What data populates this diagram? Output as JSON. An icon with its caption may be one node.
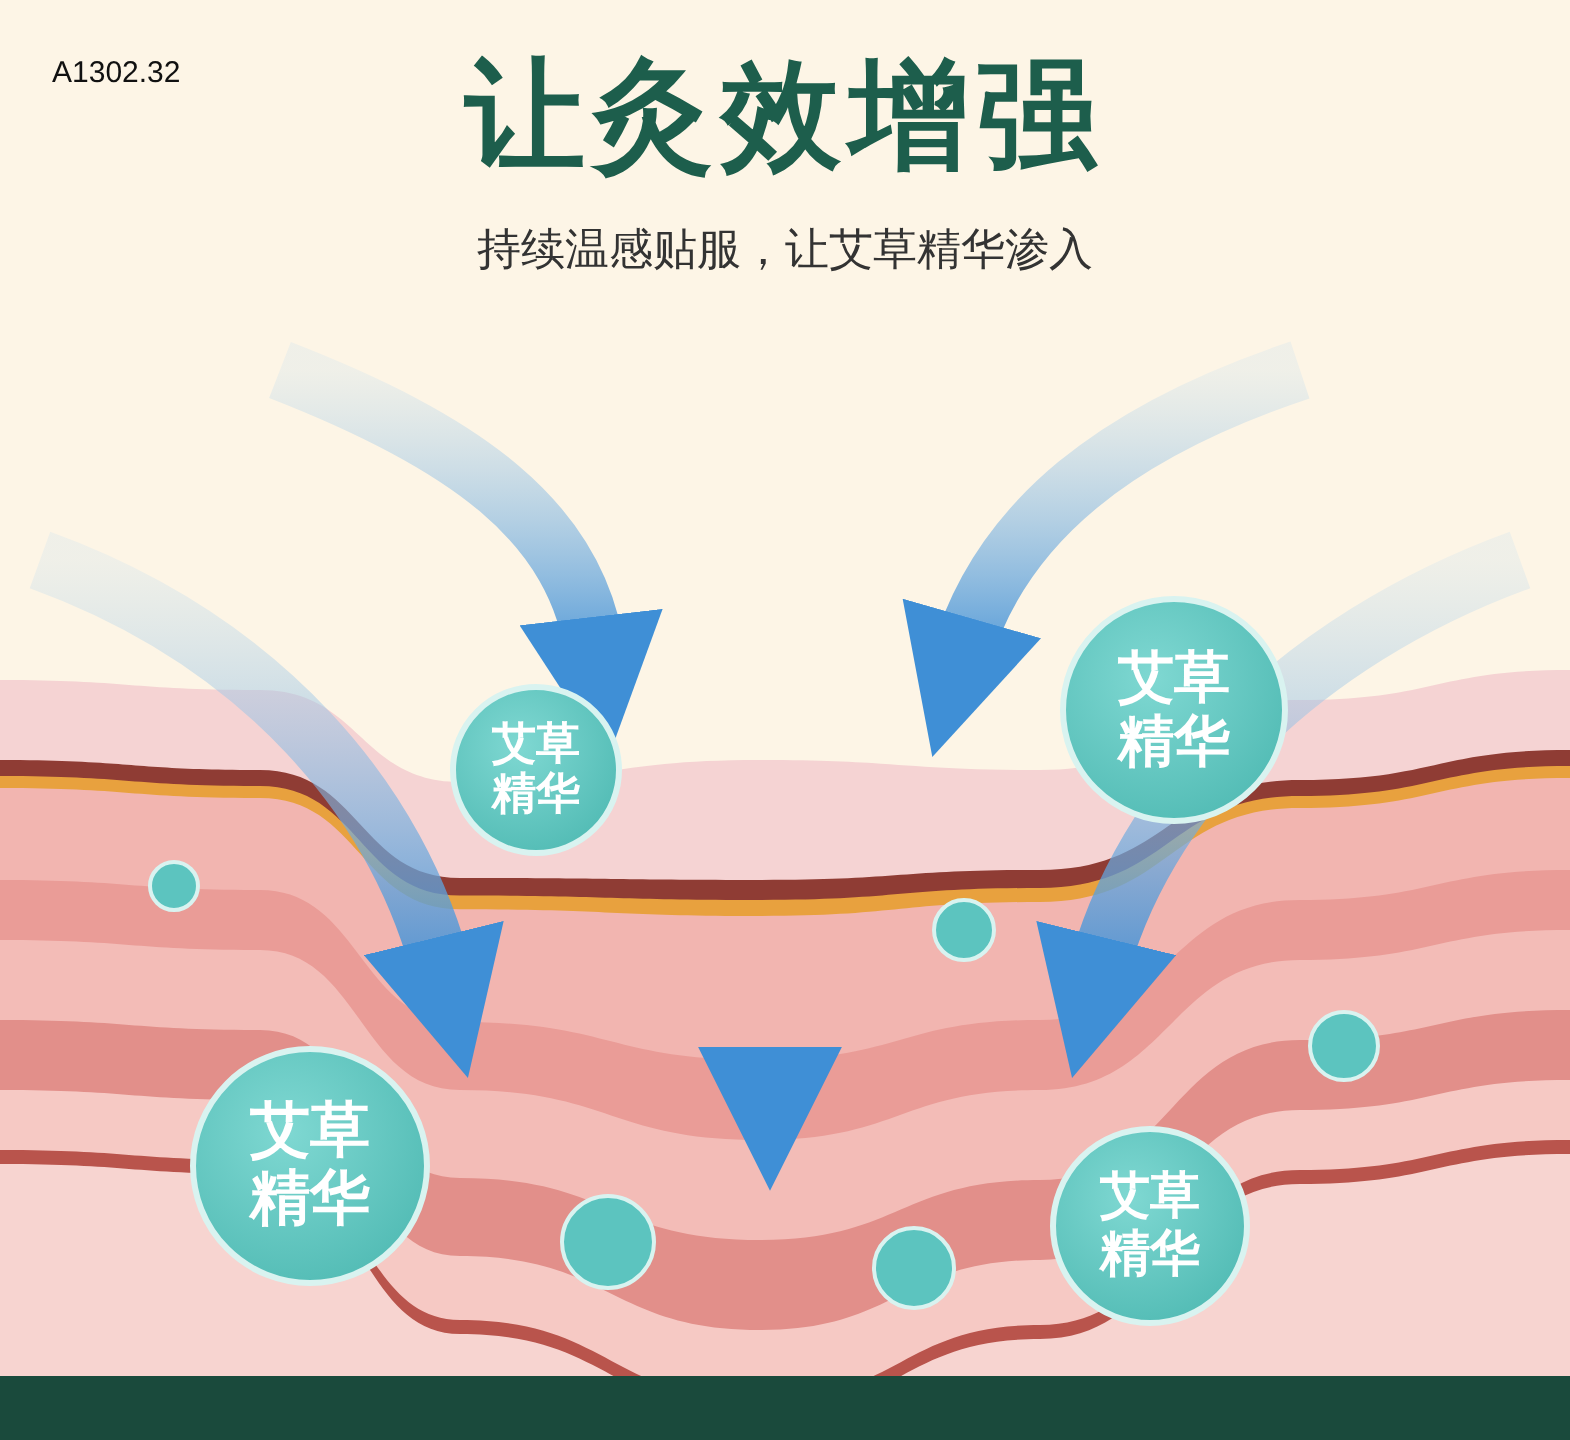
{
  "diagram": {
    "title": "让灸效增强",
    "nodes": [
      {
        "text": [
          "艾草精华"
        ]
      },
      {
        "text": [
          "艾草精华"
        ]
      },
      {
        "text": [
          "艾草精华"
        ]
      },
      {
        "text": [
          "艾草精华"
        ]
      }
    ],
    "labels": [
      "A1302.32",
      "持续温感贴服，让艾草精华渗入"
    ]
  }
}
